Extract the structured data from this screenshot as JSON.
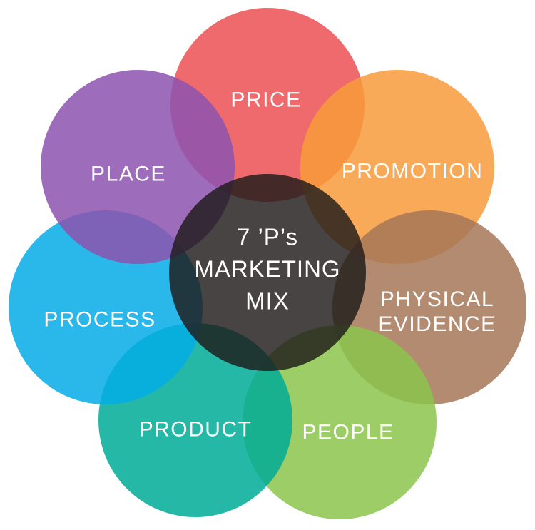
{
  "diagram": {
    "title": "7 ’P’s Marketing Mix",
    "background_color": "#ffffff",
    "label_text_color": "#ffffff",
    "center": {
      "line1": "7 ’P’s",
      "line2": "MARKETING",
      "line3": "MIX",
      "fill": "rgba(30,27,26,0.82)",
      "rendered_hex": "#474443"
    },
    "petals": [
      {
        "label": "PRICE",
        "fill": "rgba(235,80,84,0.85)",
        "rendered_hex": "#ee6a6d"
      },
      {
        "label": "PROMOTION",
        "fill": "rgba(248,155,59,0.85)",
        "rendered_hex": "#f9aa58"
      },
      {
        "label": "PHYSICAL EVIDENCE",
        "lines": [
          "PHYSICAL",
          "EVIDENCE"
        ],
        "fill": "rgba(165,119,88,0.85)",
        "rendered_hex": "#b28b71"
      },
      {
        "label": "PEOPLE",
        "fill": "rgba(139,196,76,0.85)",
        "rendered_hex": "#9ccd67"
      },
      {
        "label": "PRODUCT",
        "fill": "rgba(0,171,151,0.85)",
        "rendered_hex": "#26b7a7"
      },
      {
        "label": "PROCESS",
        "fill": "rgba(4,171,229,0.85)",
        "rendered_hex": "#29b7e9"
      },
      {
        "label": "PLACE",
        "fill": "rgba(140,82,175,0.85)",
        "rendered_hex": "#9d6cbb"
      }
    ]
  }
}
